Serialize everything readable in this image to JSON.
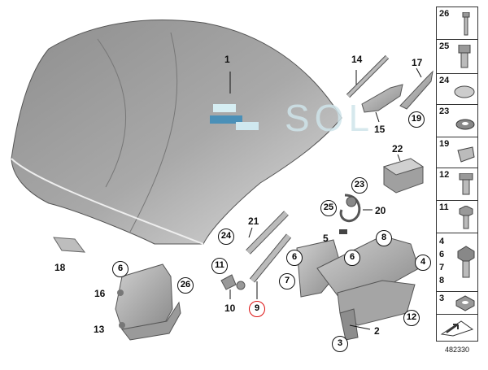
{
  "watermark": "SOL",
  "diagram_number": "482330",
  "sidebar": [
    {
      "label": "26",
      "icon": "bolt-icon"
    },
    {
      "label": "25",
      "icon": "sleeve-bolt-icon"
    },
    {
      "label": "24",
      "icon": "buffer-icon"
    },
    {
      "label": "23",
      "icon": "washer-icon"
    },
    {
      "label": "19",
      "icon": "clip-nut-icon"
    },
    {
      "label": "12",
      "icon": "flange-bolt-icon"
    },
    {
      "label": "11",
      "icon": "hex-bolt-icon"
    },
    {
      "label": "4\n6\n7\n8",
      "icon": "collar-bolt-icon"
    },
    {
      "label": "3",
      "icon": "hex-nut-icon"
    },
    {
      "label": "",
      "icon": "direction-arrow-icon"
    }
  ],
  "plain_labels": {
    "hood": "1",
    "lock": "2",
    "lift_support": "14",
    "bracket_15": "15",
    "bracket_17": "17",
    "strut_21": "21",
    "pad_18": "18",
    "lock_5": "5",
    "cable_20": "20",
    "foam_22": "22",
    "bolt_10": "10",
    "bolt_16": "16",
    "bolt_13": "13",
    "part_2": "2"
  },
  "callouts": {
    "c19": "19",
    "c23": "23",
    "c25": "25",
    "c24": "24",
    "c11": "11",
    "c9": "9",
    "c6a": "6",
    "c26": "26",
    "c6b": "6",
    "c6c": "6",
    "c7": "7",
    "c8": "8",
    "c4": "4",
    "c12": "12",
    "c3": "3"
  }
}
